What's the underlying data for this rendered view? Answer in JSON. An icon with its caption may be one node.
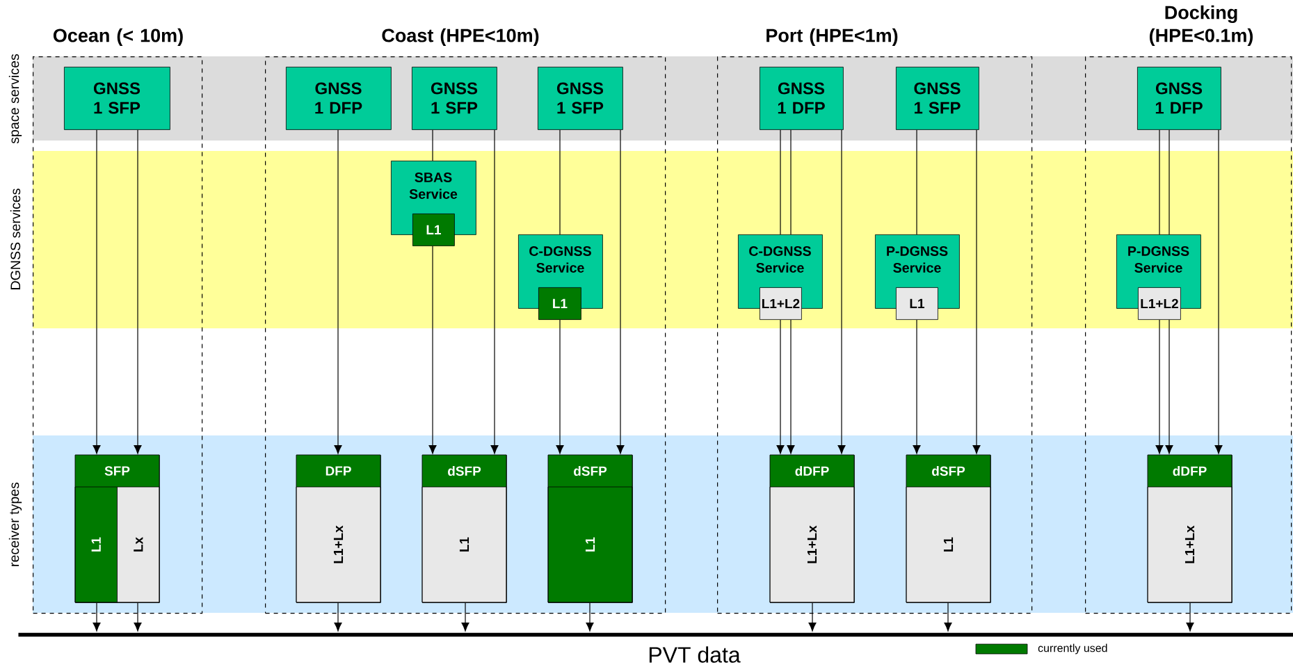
{
  "diagram": {
    "nodes": [
      {
        "text": [
          "Ocean (< 10m)"
        ]
      },
      {
        "text": [
          "GNSS 1 SFP"
        ],
        "in": 0
      },
      {
        "text": [
          "SFP",
          "L1",
          "Lx"
        ],
        "in": 0
      },
      {
        "text": [
          "Coast (HPE<10m)"
        ]
      },
      {
        "text": [
          "GNSS 1 DFP"
        ],
        "in": 3
      },
      {
        "text": [
          "GNSS 1 SFP"
        ],
        "in": 3
      },
      {
        "text": [
          "GNSS 1 SFP"
        ],
        "in": 3
      },
      {
        "text": [
          "SBAS Service"
        ],
        "in": 3
      },
      {
        "text": [
          "L1"
        ],
        "in": 3
      },
      {
        "text": [
          "C-DGNSS Service"
        ],
        "in": 3
      },
      {
        "text": [
          "L1"
        ],
        "in": 3
      },
      {
        "text": [
          "DFP",
          "L1+Lx"
        ],
        "in": 3
      },
      {
        "text": [
          "dSFP",
          "L1"
        ],
        "in": 3
      },
      {
        "text": [
          "dSFP",
          "L1"
        ],
        "in": 3
      },
      {
        "text": [
          "Port (HPE<1m)"
        ]
      },
      {
        "text": [
          "GNSS 1 DFP"
        ],
        "in": 14
      },
      {
        "text": [
          "GNSS 1 SFP"
        ],
        "in": 14
      },
      {
        "text": [
          "C-DGNSS Service"
        ],
        "in": 14
      },
      {
        "text": [
          "L1+L2"
        ],
        "in": 14
      },
      {
        "text": [
          "P-DGNSS Service"
        ],
        "in": 14
      },
      {
        "text": [
          "L1"
        ],
        "in": 14
      },
      {
        "text": [
          "dDFP",
          "L1+Lx"
        ],
        "in": 14
      },
      {
        "text": [
          "dSFP",
          "L1"
        ],
        "in": 14
      },
      {
        "text": [
          "Docking (HPE<0.1m)"
        ]
      },
      {
        "text": [
          "GNSS 1 DFP"
        ],
        "in": 23
      },
      {
        "text": [
          "P-DGNSS Service"
        ],
        "in": 23
      },
      {
        "text": [
          "L1+L2"
        ],
        "in": 23
      },
      {
        "text": [
          "dDFP",
          "L1+Lx"
        ],
        "in": 23
      },
      {
        "text": [],
        "shape": "bar",
        "beside": [
          "PVT data"
        ]
      }
    ],
    "edges": [
      {
        "from": 1,
        "to": 2,
        "arrow": "to"
      },
      {
        "from": 1,
        "to": 2,
        "arrow": "to"
      },
      {
        "from": 4,
        "to": 11,
        "arrow": "to"
      },
      {
        "from": 5,
        "to": 7,
        "arrow": "none"
      },
      {
        "from": 8,
        "to": 12,
        "arrow": "to"
      },
      {
        "from": 5,
        "to": 12,
        "arrow": "to"
      },
      {
        "from": 6,
        "to": 9,
        "arrow": "none"
      },
      {
        "from": 10,
        "to": 13,
        "arrow": "to"
      },
      {
        "from": 6,
        "to": 13,
        "arrow": "to"
      },
      {
        "from": 15,
        "to": 17,
        "arrow": "none"
      },
      {
        "from": 15,
        "to": 17,
        "arrow": "none"
      },
      {
        "from": 18,
        "to": 21,
        "arrow": "to"
      },
      {
        "from": 18,
        "to": 21,
        "arrow": "to"
      },
      {
        "from": 15,
        "to": 21,
        "arrow": "to"
      },
      {
        "from": 16,
        "to": 19,
        "arrow": "none"
      },
      {
        "from": 20,
        "to": 22,
        "arrow": "to"
      },
      {
        "from": 16,
        "to": 22,
        "arrow": "to"
      },
      {
        "from": 24,
        "to": 25,
        "arrow": "none"
      },
      {
        "from": 24,
        "to": 25,
        "arrow": "none"
      },
      {
        "from": 26,
        "to": 27,
        "arrow": "to"
      },
      {
        "from": 26,
        "to": 27,
        "arrow": "to"
      },
      {
        "from": 24,
        "to": 27,
        "arrow": "to"
      },
      {
        "from": 2,
        "to": 28,
        "arrow": "to"
      },
      {
        "from": 2,
        "to": 28,
        "arrow": "to"
      },
      {
        "from": 11,
        "to": 28,
        "arrow": "to"
      },
      {
        "from": 12,
        "to": 28,
        "arrow": "to"
      },
      {
        "from": 13,
        "to": 28,
        "arrow": "to"
      },
      {
        "from": 21,
        "to": 28,
        "arrow": "to"
      },
      {
        "from": 22,
        "to": 28,
        "arrow": "to"
      },
      {
        "from": 27,
        "to": 28,
        "arrow": "to"
      }
    ],
    "labels": [
      "space services",
      "DGNSS services",
      "receiver types"
    ],
    "legend": [
      {
        "text": "currently used",
        "color": "#007a00"
      }
    ]
  }
}
